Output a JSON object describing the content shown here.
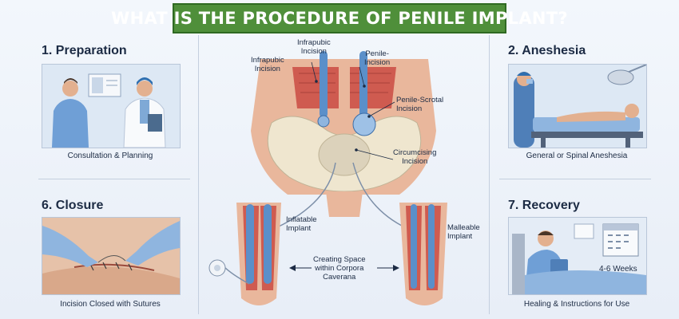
{
  "title": "WHAT IS THE PROCEDURE OF PENILE IMPLANT?",
  "colors": {
    "banner": "#4f8f3a",
    "background": "#eef3fa",
    "skin": "#e9b79c",
    "implant": "#5b8fc9",
    "tissue": "#d9685c"
  },
  "steps": {
    "preparation": {
      "heading": "1. Preparation",
      "caption": "Consultation & Planning"
    },
    "anesthesia": {
      "heading": "2. Aneshesia",
      "caption": "General or Spinal Aneshesia"
    },
    "closure": {
      "heading": "6. Closure",
      "caption": "Incision Closed with Sutures"
    },
    "recovery": {
      "heading": "7. Recovery",
      "caption": "Healing & Instructions for Use",
      "weeks_label": "4-6 Weeks"
    }
  },
  "anatomy_labels": {
    "infrapubic_top": "Infrapubic\nIncision",
    "infrapubic_left": "Infrapubic\nIncision",
    "penile": "Penile-\nIncision",
    "penile_scrotal": "Penile-Scrotal\nIncision",
    "circumcising": "Circumcising\nIncision",
    "inflatable": "Inflatable\nImplant",
    "malleable": "Malleable\nImplant",
    "creating_space": "Creating Space\nwithin Corpora\nCaverana"
  },
  "icons": [
    "doctor-figure",
    "patient-figure",
    "surgery-table-illustration",
    "surgical-lamp-icon",
    "suture-hands-illustration",
    "recovery-bed-illustration",
    "calendar-icon",
    "pelvis-diagram",
    "inflatable-implant-diagram",
    "malleable-implant-diagram",
    "pump-icon",
    "arrow-left-icon",
    "arrow-right-icon"
  ]
}
